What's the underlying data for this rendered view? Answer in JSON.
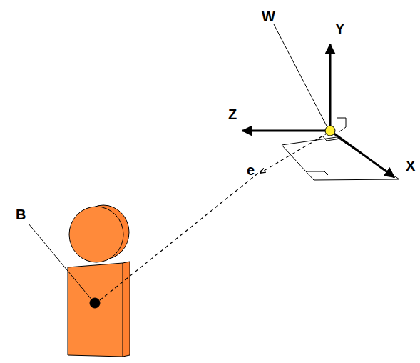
{
  "diagram": {
    "labels": [
      "W",
      "Y",
      "Z",
      "X",
      "e",
      "B"
    ]
  }
}
